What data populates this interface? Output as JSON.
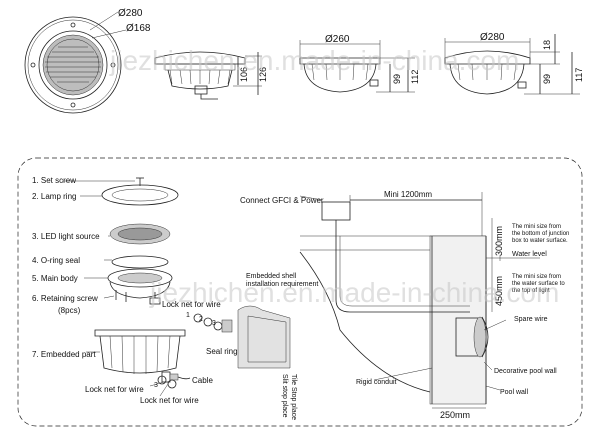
{
  "top_dims": {
    "d280": "Ø280",
    "d168": "Ø168",
    "d260": "Ø260",
    "d280b": "Ø280",
    "v106": "106",
    "v126": "126",
    "v99a": "99",
    "v112": "112",
    "v18": "18",
    "v99b": "99",
    "v117": "117"
  },
  "parts": {
    "p1": "1. Set screw",
    "p2": "2. Lamp ring",
    "p3": "3. LED light source",
    "p4": "4. O-ring seal",
    "p5": "5. Main body",
    "p6": "6. Retaining screw",
    "p6b": "(8pcs)",
    "lock1": "Lock net for wire",
    "seal": "Seal ring",
    "p7": "7. Embedded part",
    "cable": "Cable",
    "lock2": "Lock net for wire",
    "lock3": "Lock net for wire",
    "c1": "1",
    "c2": "2",
    "c3": "3",
    "c3b": "3"
  },
  "install": {
    "connect": "Connect GFCI & Power",
    "mini": "Mini 1200mm",
    "note1a": "The mini size from",
    "note1b": "the bottom of junction",
    "note1c": "box to water surface.",
    "d300": "300mm",
    "water": "Water level",
    "note2a": "The mini size from",
    "note2b": "the water surface to",
    "note2c": "the top of light",
    "d450": "450mm",
    "emb1": "Embedded shell",
    "emb2": "installation requirement",
    "spare": "Spare wire",
    "tile1": "Tile Stop place",
    "tile2": "Slit stop place",
    "rigid": "Rigid conduit",
    "deco": "Decorative pool wall",
    "pool": "Pool wall",
    "d250": "250mm"
  },
  "watermark": "jiezhichen.en.made-in-china.com"
}
